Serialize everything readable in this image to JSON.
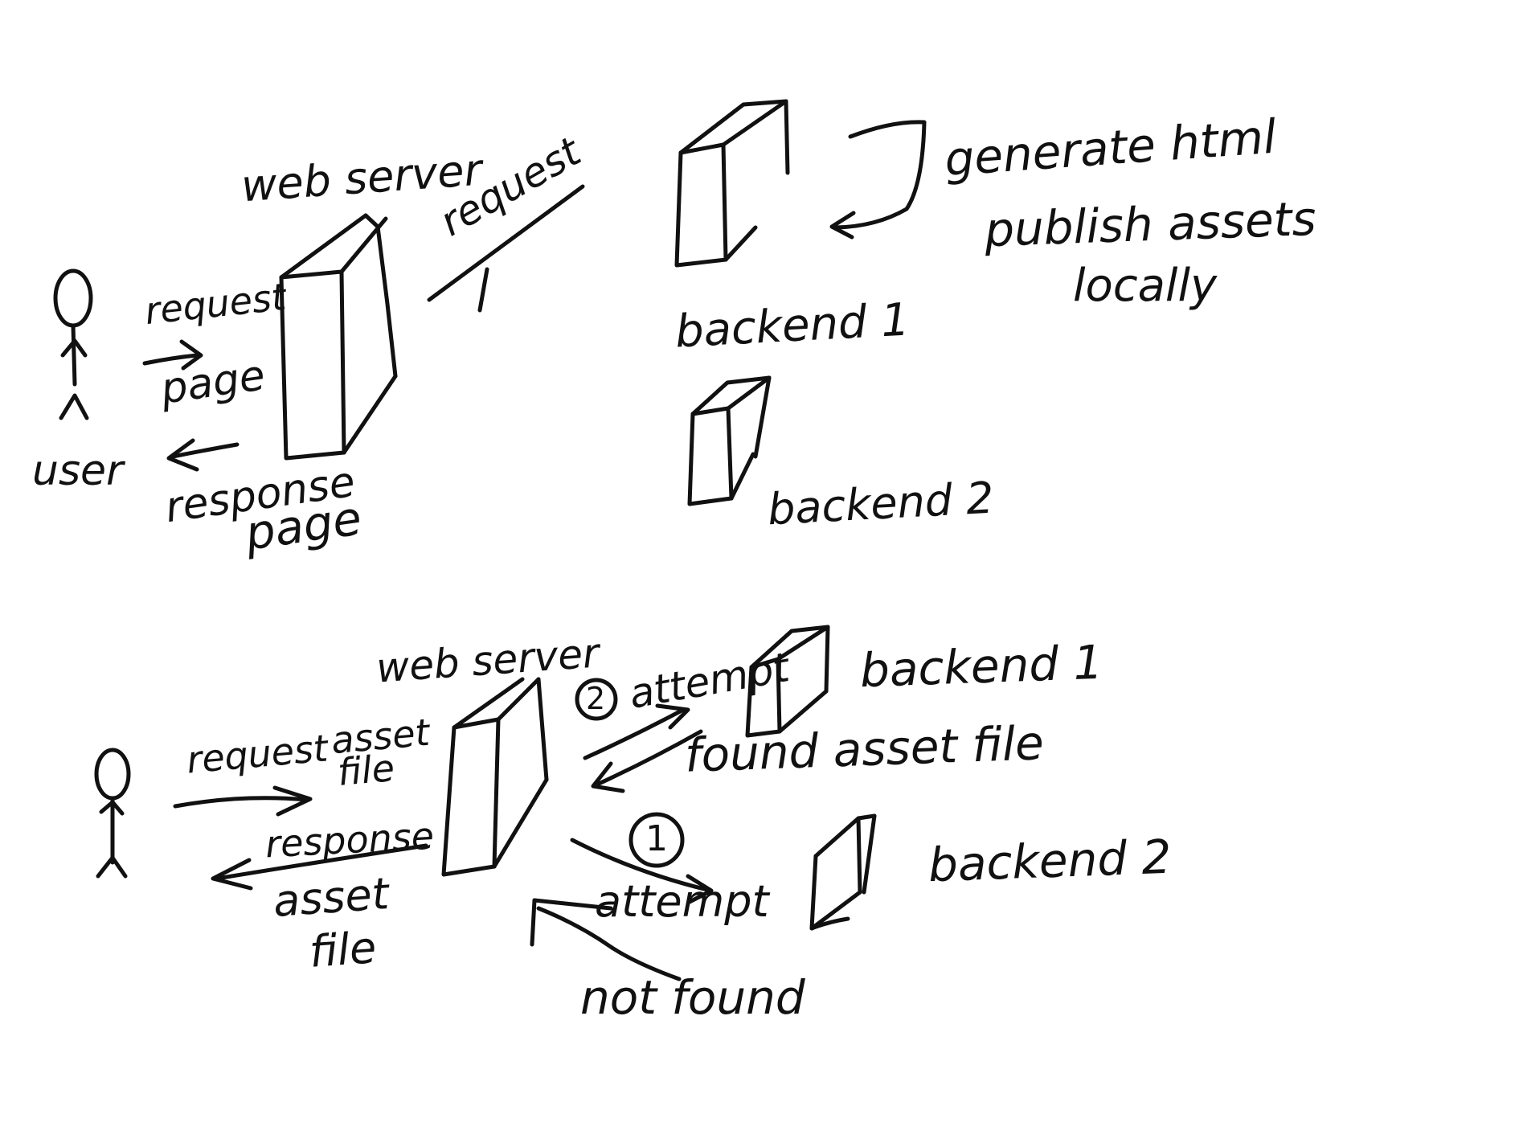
{
  "colors": {
    "ink": "#111111",
    "paper": "#ffffff"
  },
  "top_scene": {
    "user_label": "user",
    "request_label": "request",
    "page_label": "page",
    "response_label": "response",
    "response_page_label": "page",
    "web_server_label": "web server",
    "struck_request_label": "request",
    "backend1_label": "backend 1",
    "backend2_label": "backend 2",
    "generate_html_label": "generate html",
    "publish_assets_label": "publish assets",
    "locally_label": "locally"
  },
  "bottom_scene": {
    "web_server_label": "web server",
    "request_label": "request",
    "asset_label": "asset",
    "file_label": "file",
    "response_label": "response",
    "response_asset_label": "asset",
    "response_file_label": "file",
    "step2_number": "2",
    "step2_attempt_label": "attempt",
    "found_asset_file_label": "found asset file",
    "step1_number": "1",
    "step1_attempt_label": "attempt",
    "not_found_label": "not found",
    "backend1_label": "backend 1",
    "backend2_label": "backend 2"
  }
}
